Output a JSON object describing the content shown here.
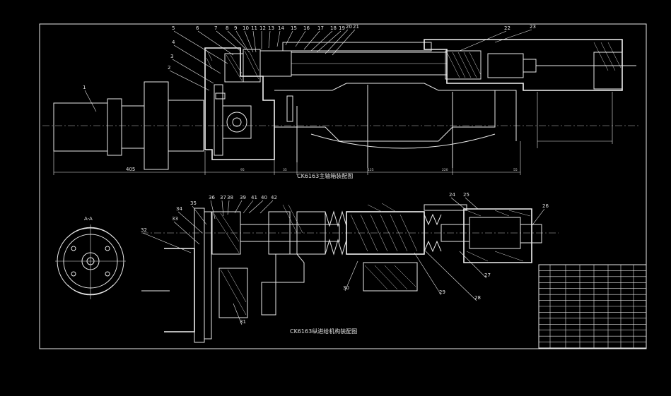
{
  "drawing": {
    "top_caption": "CK6163主轴箱装配图",
    "bottom_caption": "CK6163纵进给机构装配图",
    "section_label": "A-A",
    "dims": [
      "405",
      "95",
      "35",
      "125",
      "220",
      "55"
    ],
    "top_callouts": [
      "1",
      "2",
      "3",
      "4",
      "5",
      "6",
      "7",
      "8",
      "9",
      "10",
      "11",
      "12",
      "13",
      "14",
      "15",
      "16",
      "17",
      "18",
      "19",
      "20",
      "21",
      "22",
      "23"
    ],
    "bottom_callouts": [
      "24",
      "25",
      "26",
      "27",
      "28",
      "29",
      "30",
      "31",
      "32",
      "33",
      "34",
      "35",
      "36",
      "37",
      "38",
      "39",
      "40",
      "41",
      "42"
    ]
  },
  "title_block": {
    "cells": [
      "",
      "",
      "",
      "",
      "",
      "",
      "",
      "",
      "",
      ""
    ]
  }
}
